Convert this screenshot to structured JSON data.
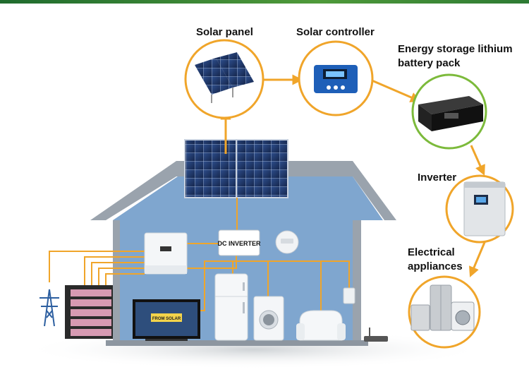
{
  "labels": {
    "solar_panel": "Solar panel",
    "solar_controller": "Solar controller",
    "battery_pack": "Energy storage lithium\nbattery pack",
    "inverter": "Inverter",
    "appliances": "Electrical\nappliances"
  },
  "house": {
    "dc_inverter_label": "DC INVERTER",
    "tv_text_line1": "FROM SOLAR"
  },
  "colors": {
    "accent_orange": "#f0a52a",
    "house_blue": "#7fa6cf",
    "roof_gray": "#9aa3ad",
    "green_border": "#7cba3b",
    "brand_bar": "#2d7a33"
  }
}
